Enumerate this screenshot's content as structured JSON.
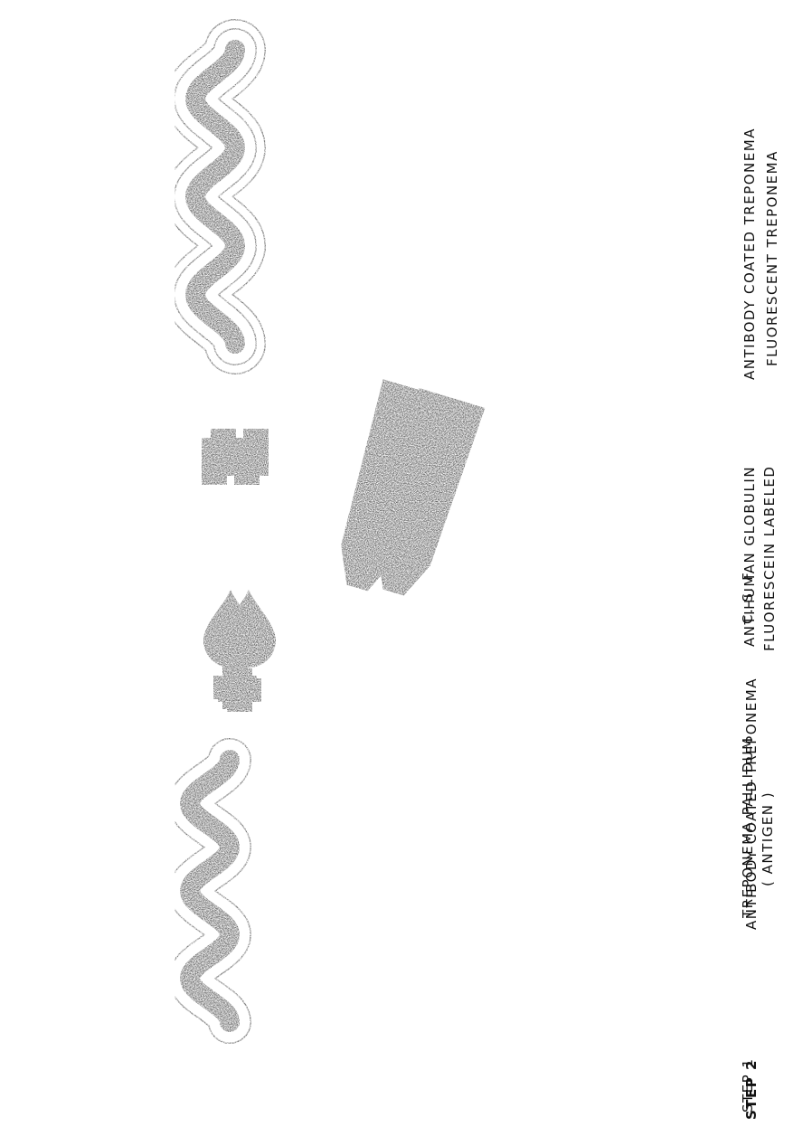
{
  "step1": {
    "step_label": "STEP 1",
    "antigen_label": "TREPONEMA PALLIDUM",
    "antigen_sub": "( ANTIGEN )",
    "reagent_label": "C. S. F.",
    "result_label": "ANTIBODY COATED TREPONEMA"
  },
  "step2": {
    "step_label": "STEP 2",
    "antigen_label": "ANTIBODY COATED TREPONEMA",
    "reagent_line1": "ANTIHUMAN GLOBULIN",
    "reagent_line2": "FLUORESCEIN LABELED",
    "result_label": "FLUORESCENT TREPONEMA"
  },
  "colors": {
    "ink": "#2e2e2e",
    "paper": "#ffffff"
  }
}
